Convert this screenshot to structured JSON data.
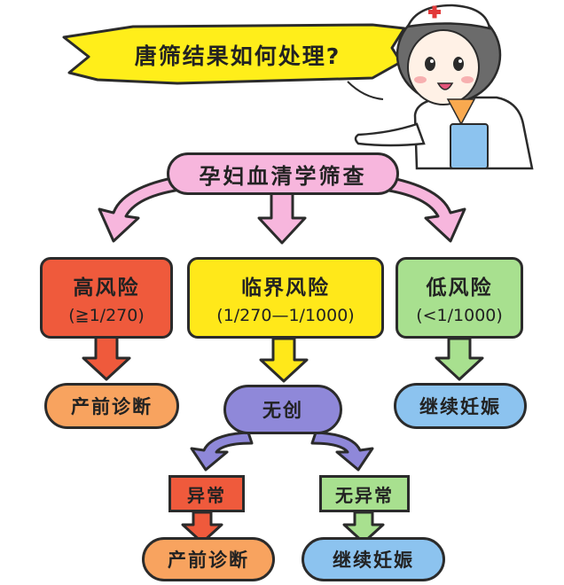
{
  "title": "唐筛结果如何处理?",
  "root": "孕妇血清学筛查",
  "risks": {
    "high": {
      "label": "高风险",
      "range": "(≧1/270)"
    },
    "border": {
      "label": "临界风险",
      "range": "(1/270—1/1000)"
    },
    "low": {
      "label": "低风险",
      "range": "(<1/1000)"
    }
  },
  "outcomes": {
    "high_action": "产前诊断",
    "border_action": "无创",
    "low_action": "继续妊娠",
    "abnormal": "异常",
    "normal": "无异常",
    "abnormal_action": "产前诊断",
    "normal_action": "继续妊娠"
  },
  "colors": {
    "banner": "#ffee1a",
    "root": "#f7b6dd",
    "high": "#ef5a3c",
    "border": "#ffe81a",
    "low": "#a8e08f",
    "orange": "#f8a35f",
    "blue": "#8cc3ef",
    "purple": "#8f88d9"
  }
}
